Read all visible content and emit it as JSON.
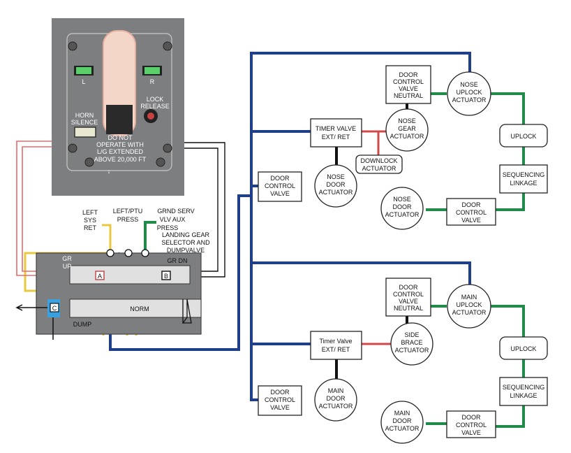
{
  "colors": {
    "panel": "#7d7e80",
    "pressure_line": "#1f3f8a",
    "uplock_line": "#1f8a4a",
    "timer_line": "#d04848",
    "actuator_link": "#111111",
    "left_sys_ret": "#e8c840",
    "lever_glow": "#f4d6c8"
  },
  "panel": {
    "light_left": "L",
    "light_right": "R",
    "horn_silence": [
      "HORN",
      "SILENCE"
    ],
    "lock_release": [
      "LOCK",
      "RELEASE"
    ],
    "warning": [
      "DO NOT",
      "OPERATE WITH",
      "L/G EXTENDED",
      "ABOVE 20,000 FT"
    ],
    "arrow_glyph": "↓"
  },
  "labels": {
    "left_sys_ret": [
      "LEFT",
      "SYS",
      "RET"
    ],
    "left_ptu_press": [
      "LEFT/PTU",
      "PRESS"
    ],
    "grnd_serv": [
      "GRND SERV",
      "VLV AUX",
      "PRESS"
    ],
    "selector": [
      "LANDING GEAR",
      "SELECTOR AND",
      "DUMPVALVE"
    ]
  },
  "selector_valve": {
    "gr_up": [
      "GR",
      "UP"
    ],
    "gr_dn": "GR DN",
    "norm": "NORM",
    "dump": "DUMP",
    "port_a": "A",
    "port_b": "B",
    "port_c": "C"
  },
  "nose": {
    "door_control_valve_neutral": [
      "DOOR",
      "CONTROL",
      "VALVE",
      "NEUTRAL"
    ],
    "uplock_actuator": [
      "NOSE",
      "UPLOCK",
      "ACTUATOR"
    ],
    "timer_valve": [
      "TIMER VALVE",
      "EXT/ RET"
    ],
    "gear_actuator": [
      "NOSE",
      "GEAR",
      "ACTUATOR"
    ],
    "downlock_actuator": [
      "DOWNLOCK",
      "ACTUATOR"
    ],
    "uplock": "UPLOCK",
    "door_control_valve": [
      "DOOR",
      "CONTROL",
      "VALVE"
    ],
    "door_actuator_upper": [
      "NOSE",
      "DOOR",
      "ACTUATOR"
    ],
    "sequencing_linkage": [
      "SEQUENCING",
      "LINKAGE"
    ],
    "door_actuator_lower": [
      "NOSE",
      "DOOR",
      "ACTUATOR"
    ],
    "door_control_valve_lower": [
      "DOOR",
      "CONTROL",
      "VALVE"
    ]
  },
  "main": {
    "door_control_valve_neutral": [
      "DOOR",
      "CONTROL",
      "VALVE",
      "NEUTRAL"
    ],
    "uplock_actuator": [
      "MAIN",
      "UPLOCK",
      "ACTUATOR"
    ],
    "timer_valve": [
      "Timer Valve",
      "EXT/ RET"
    ],
    "side_brace_actuator": [
      "SIDE",
      "BRACE",
      "ACTUATOR"
    ],
    "uplock": "UPLOCK",
    "sequencing_linkage": [
      "SEQUENCING",
      "LINKAGE"
    ],
    "door_control_valve": [
      "DOOR",
      "CONTROL",
      "VALVE"
    ],
    "door_actuator_upper": [
      "MAIN",
      "DOOR",
      "ACTUATOR"
    ],
    "door_actuator_lower": [
      "MAIN",
      "DOOR",
      "ACTUATOR"
    ],
    "door_control_valve_lower": [
      "DOOR",
      "CONTROL",
      "VALVE"
    ]
  }
}
